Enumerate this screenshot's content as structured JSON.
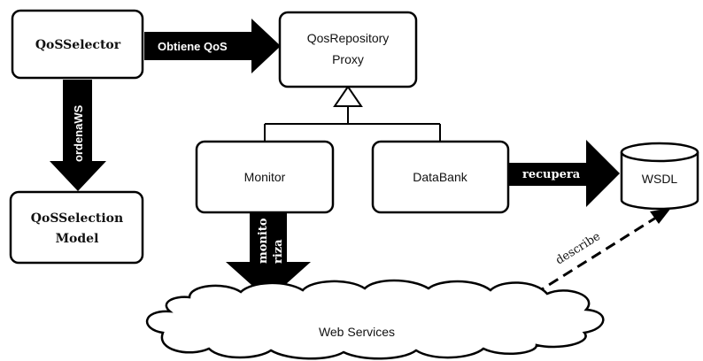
{
  "nodes": {
    "qos_selector": "QoSSelector",
    "qos_selection_model": [
      "QoSSelection",
      "Model"
    ],
    "qos_repository_proxy": [
      "QosRepository",
      "Proxy"
    ],
    "monitor": "Monitor",
    "databank": "DataBank",
    "wsdl": "WSDL",
    "web_services": "Web Services"
  },
  "edges": {
    "obtiene_qos": "Obtiene QoS",
    "ordena_ws": "ordenaWS",
    "monitoriza": [
      "monito",
      "riza"
    ],
    "recupera": "recupera",
    "describe": "describe"
  }
}
